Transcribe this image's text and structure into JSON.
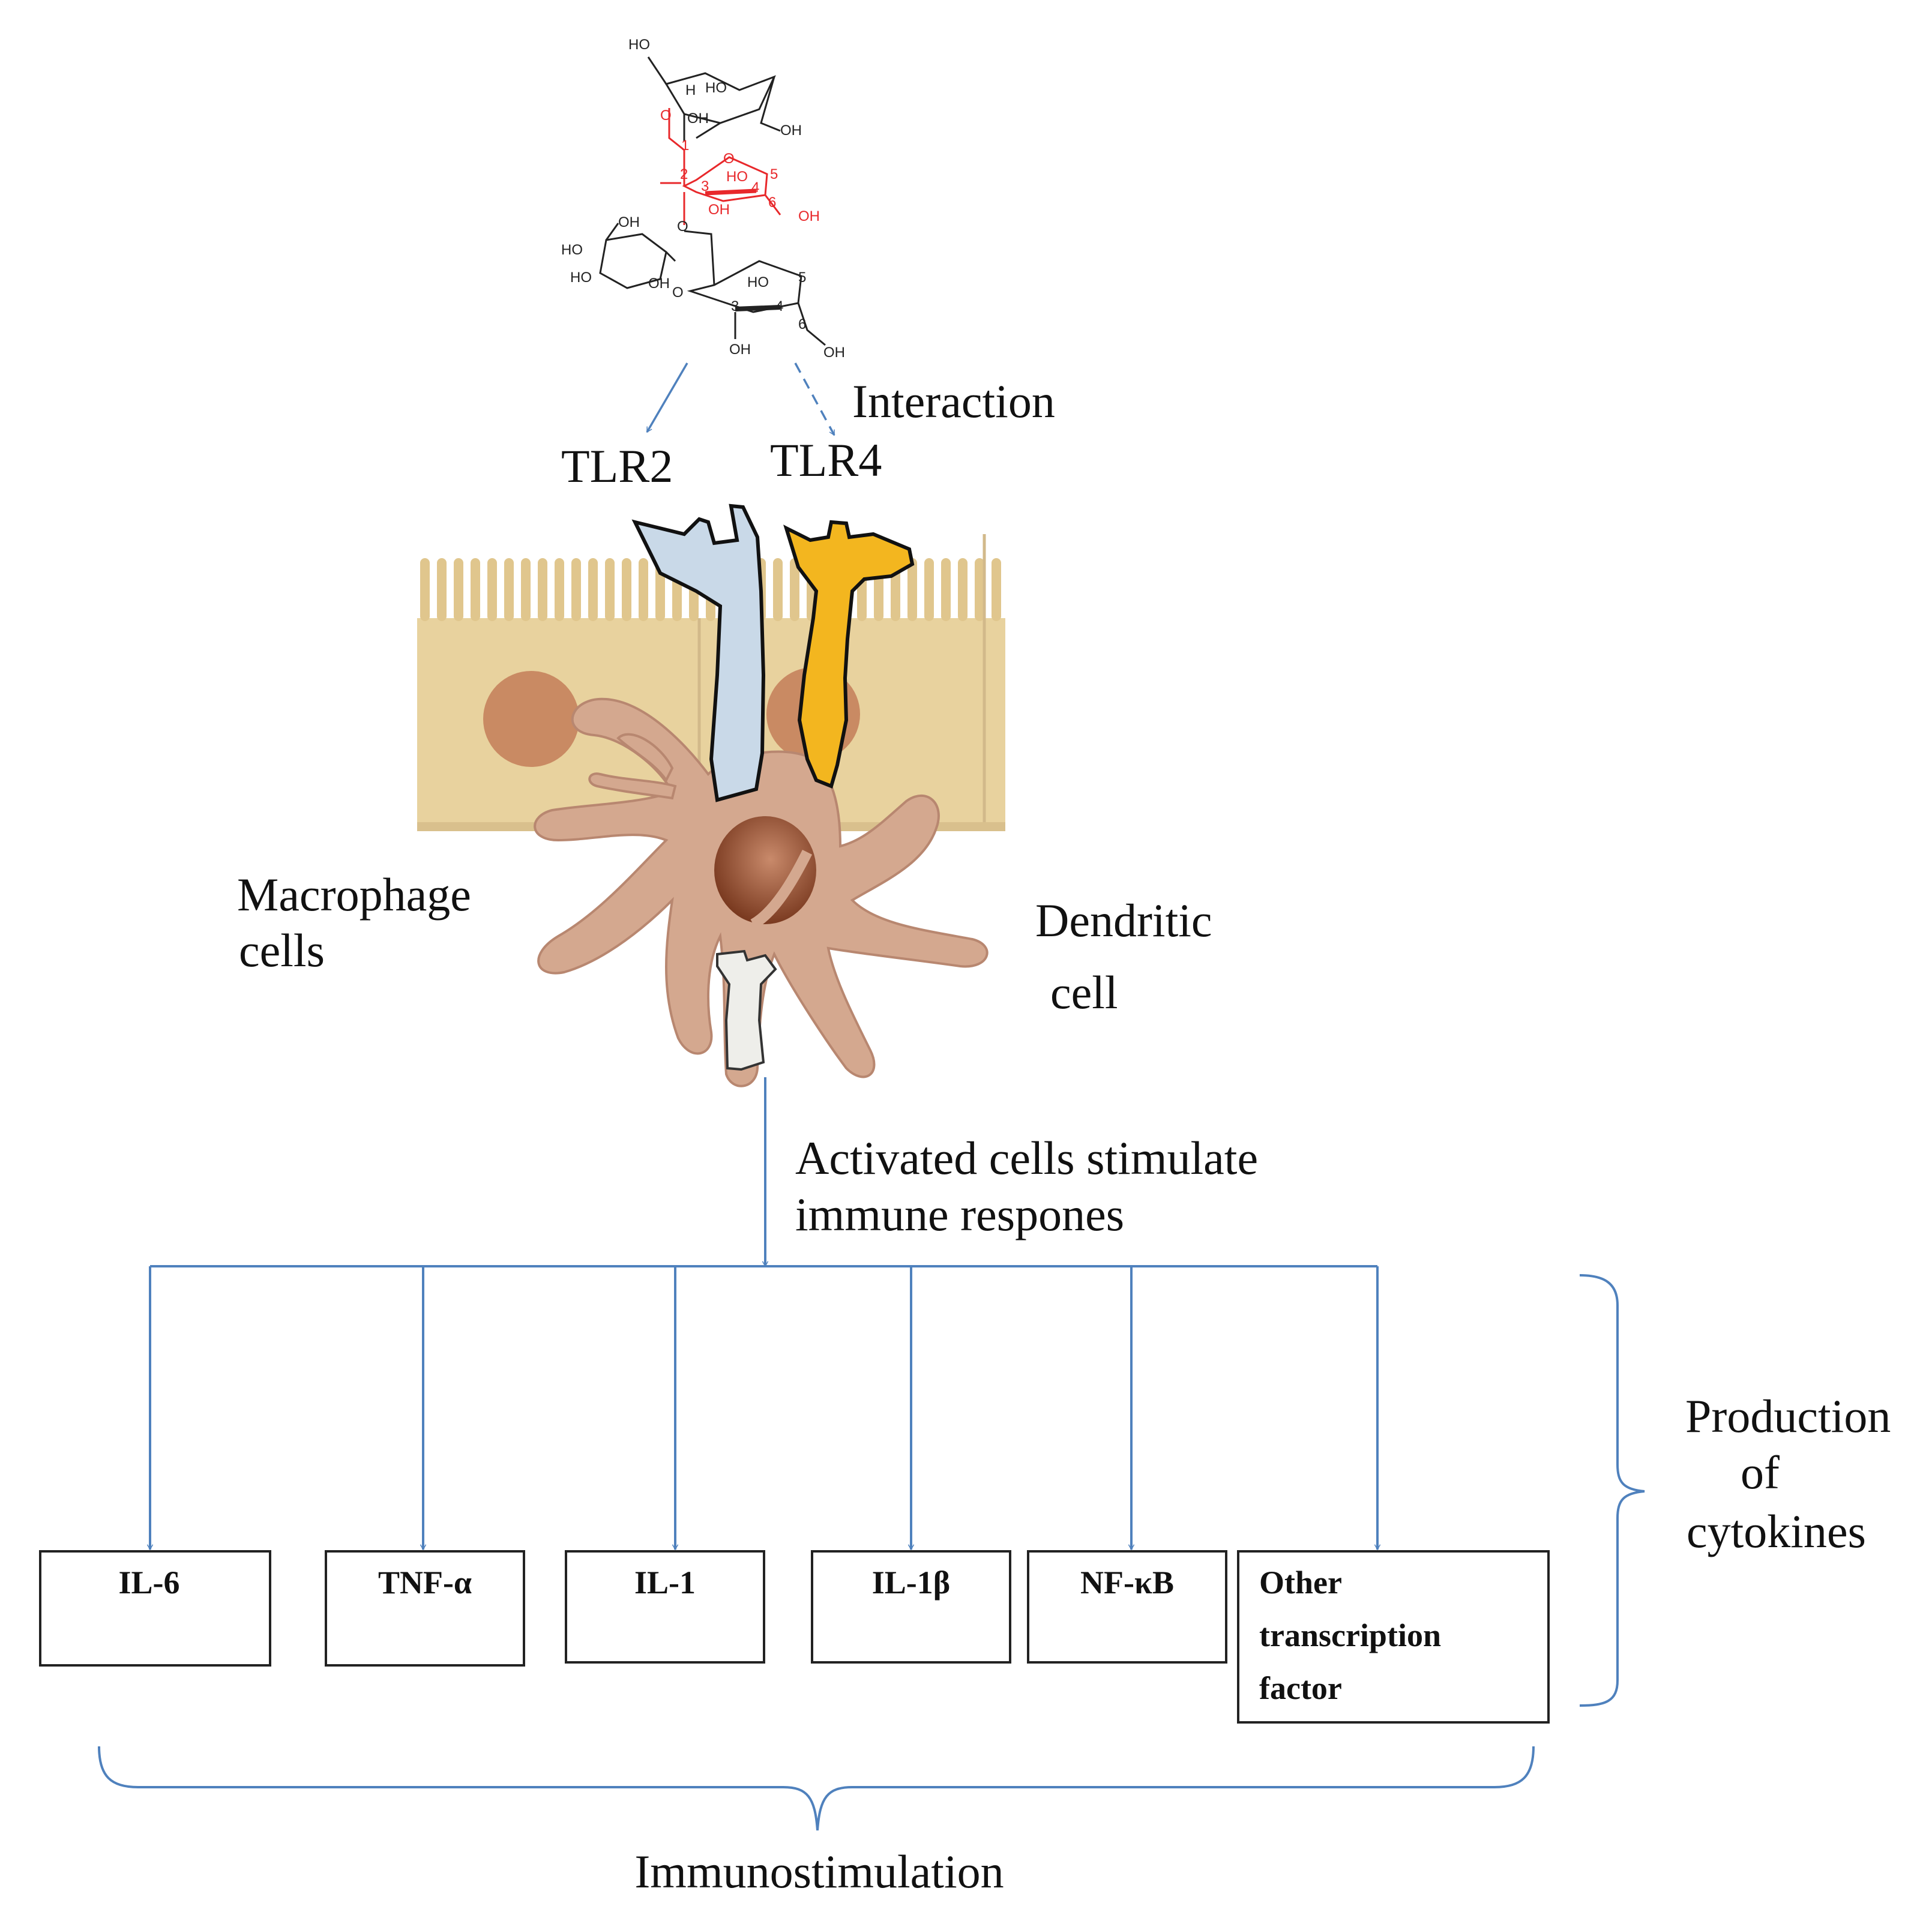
{
  "labels": {
    "interaction": "Interaction",
    "tlr2": "TLR2",
    "tlr4": "TLR4",
    "macrophage_line1": "Macrophage",
    "macrophage_line2": "cells",
    "dendritic_line1": "Dendritic",
    "dendritic_line2": "cell",
    "activated_line1": "Activated cells  stimulate",
    "activated_line2": "immune respones",
    "production_line1": "Production",
    "production_line2": "of",
    "production_line3": "cytokines",
    "immunostimulation": "Immunostimulation"
  },
  "cytokines": [
    {
      "label_lines": [
        "IL-6"
      ]
    },
    {
      "label_lines": [
        "TNF-α"
      ]
    },
    {
      "label_lines": [
        "IL-1"
      ]
    },
    {
      "label_lines": [
        "IL-1β"
      ]
    },
    {
      "label_lines": [
        "NF-κB"
      ]
    },
    {
      "label_lines": [
        "Other",
        "transcription",
        "factor"
      ]
    }
  ],
  "molecule": {
    "atom_labels": [
      "HO",
      "HO",
      "H",
      "OH",
      "OH",
      "O",
      "1",
      "2",
      "O",
      "5",
      "HO",
      "3",
      "4",
      "6",
      "OH",
      "OH",
      "OH",
      "HO",
      "HO",
      "OH",
      "O",
      "O",
      "5",
      "HO",
      "3",
      "4",
      "6",
      "OH",
      "OH"
    ]
  },
  "colors": {
    "arrow": "#4f81bd",
    "tlr2_fill": "#c9d9e8",
    "tlr4_fill": "#f3b61f",
    "epithelium": "#e8d29e",
    "nucleus": "#c98a63",
    "dendritic_cell": "#d4a88f",
    "dendritic_nucleus": "#8b4a2e",
    "molecule_red": "#e8282b"
  }
}
